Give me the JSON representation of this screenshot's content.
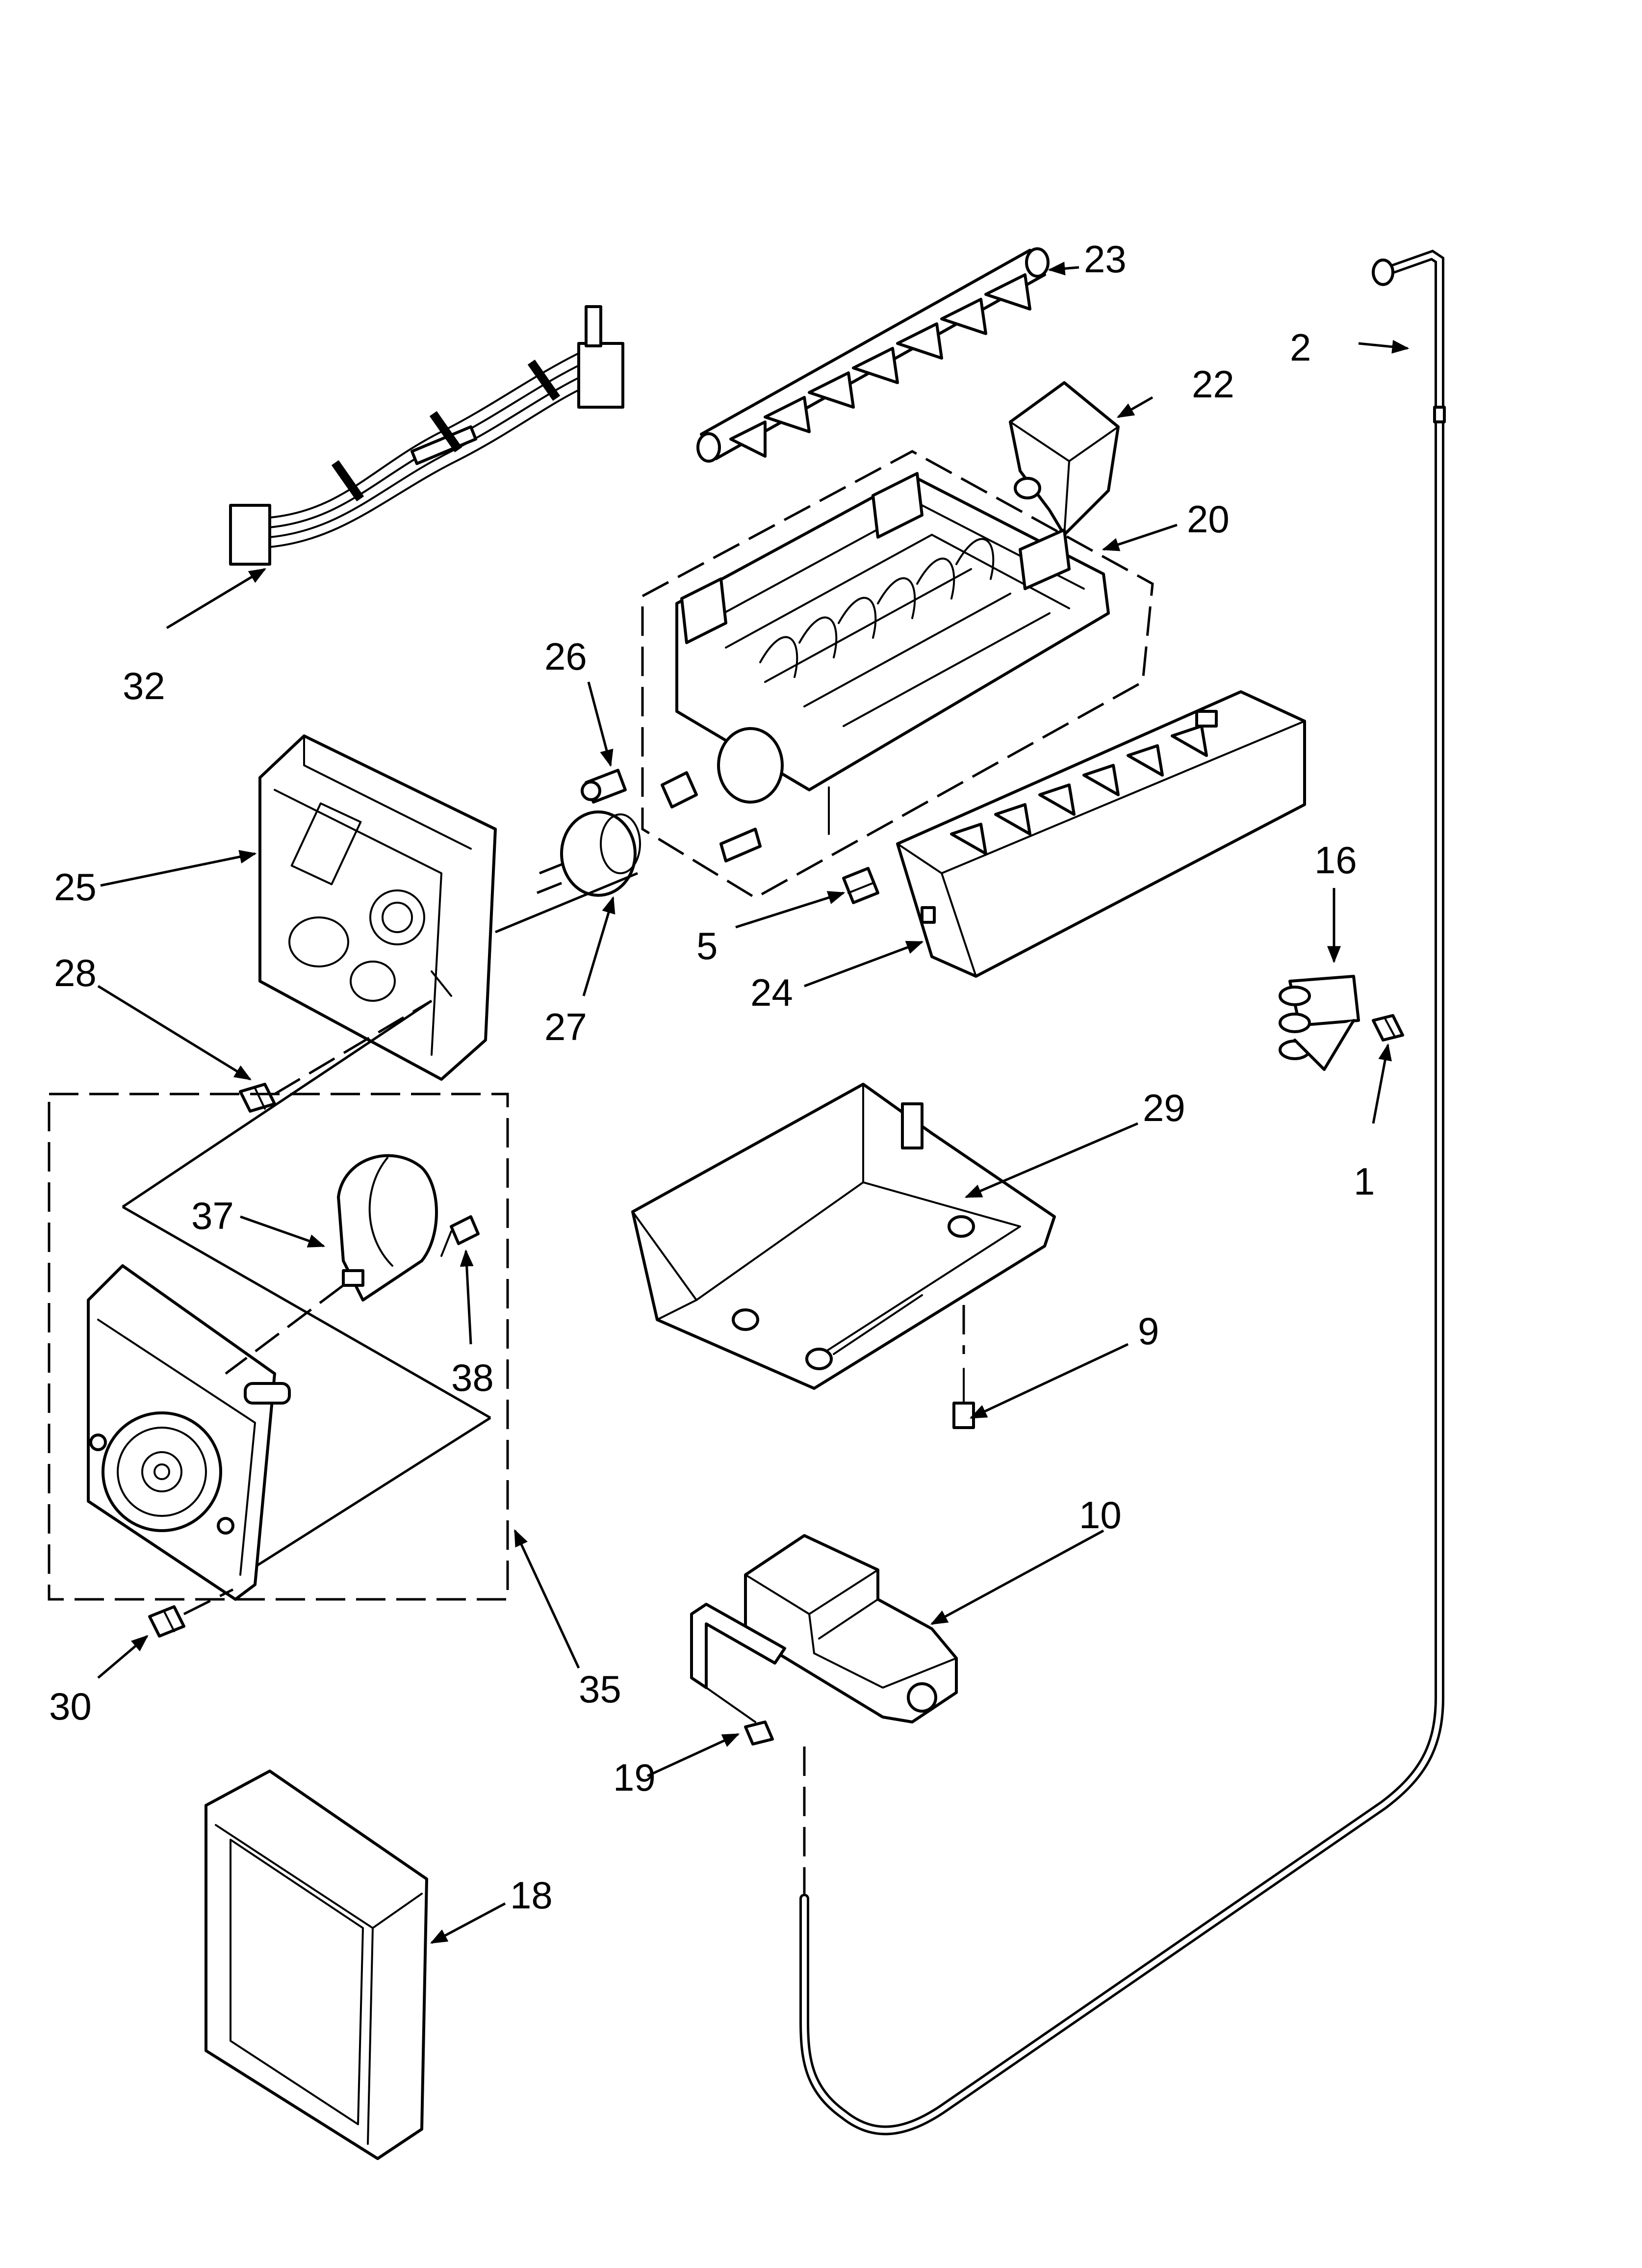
{
  "diagram": {
    "labels": {
      "p1": "1",
      "p2": "2",
      "p5": "5",
      "p9": "9",
      "p10": "10",
      "p16": "16",
      "p18": "18",
      "p19": "19",
      "p20": "20",
      "p22": "22",
      "p23": "23",
      "p24": "24",
      "p25": "25",
      "p26": "26",
      "p27": "27",
      "p28": "28",
      "p29": "29",
      "p30": "30",
      "p32": "32",
      "p35": "35",
      "p37": "37",
      "p38": "38"
    },
    "icons": {
      "arrow": "arrowhead",
      "screw": "screw-icon"
    },
    "colors": {
      "ink": "#000000",
      "paper": "#ffffff"
    }
  }
}
